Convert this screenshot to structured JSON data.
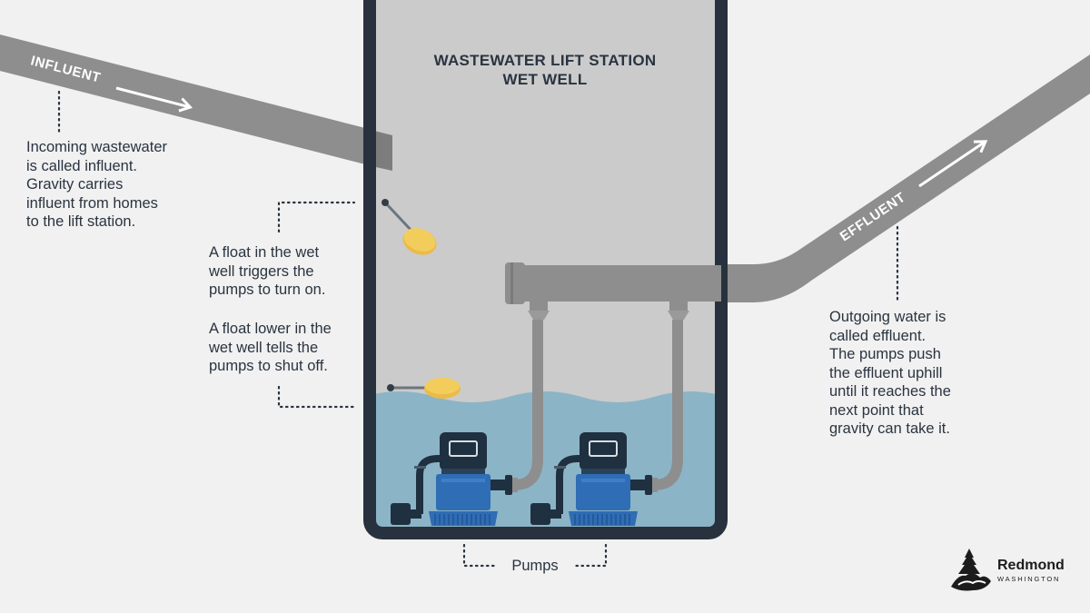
{
  "title": {
    "line1": "WASTEWATER LIFT STATION",
    "line2": "WET WELL"
  },
  "pipe_labels": {
    "influent": "INFLUENT",
    "effluent": "EFFLUENT"
  },
  "notes": {
    "influent": "Incoming wastewater\nis called influent.\nGravity carries\ninfluent from homes\nto the lift station.",
    "float_on": "A float in the wet\nwell triggers the\npumps to turn on.",
    "float_off": "A float lower in the\nwet well tells the\npumps to shut off.",
    "effluent": "Outgoing water is\ncalled effluent.\nThe pumps push\nthe effluent uphill\nuntil it reaches the\nnext point that\ngravity can take it.",
    "pumps": "Pumps"
  },
  "brand": {
    "name": "Redmond",
    "subtitle": "WASHINGTON"
  },
  "colors": {
    "background": "#f1f1f1",
    "well_fill": "#cbcbcb",
    "well_border": "#27323e",
    "pipe": "#8e8e8e",
    "water": "#8cb4c7",
    "pump_blue": "#2f6db5",
    "pump_dark": "#1f3040",
    "float_yellow": "#f3cd5c",
    "text": "#2a3440"
  }
}
